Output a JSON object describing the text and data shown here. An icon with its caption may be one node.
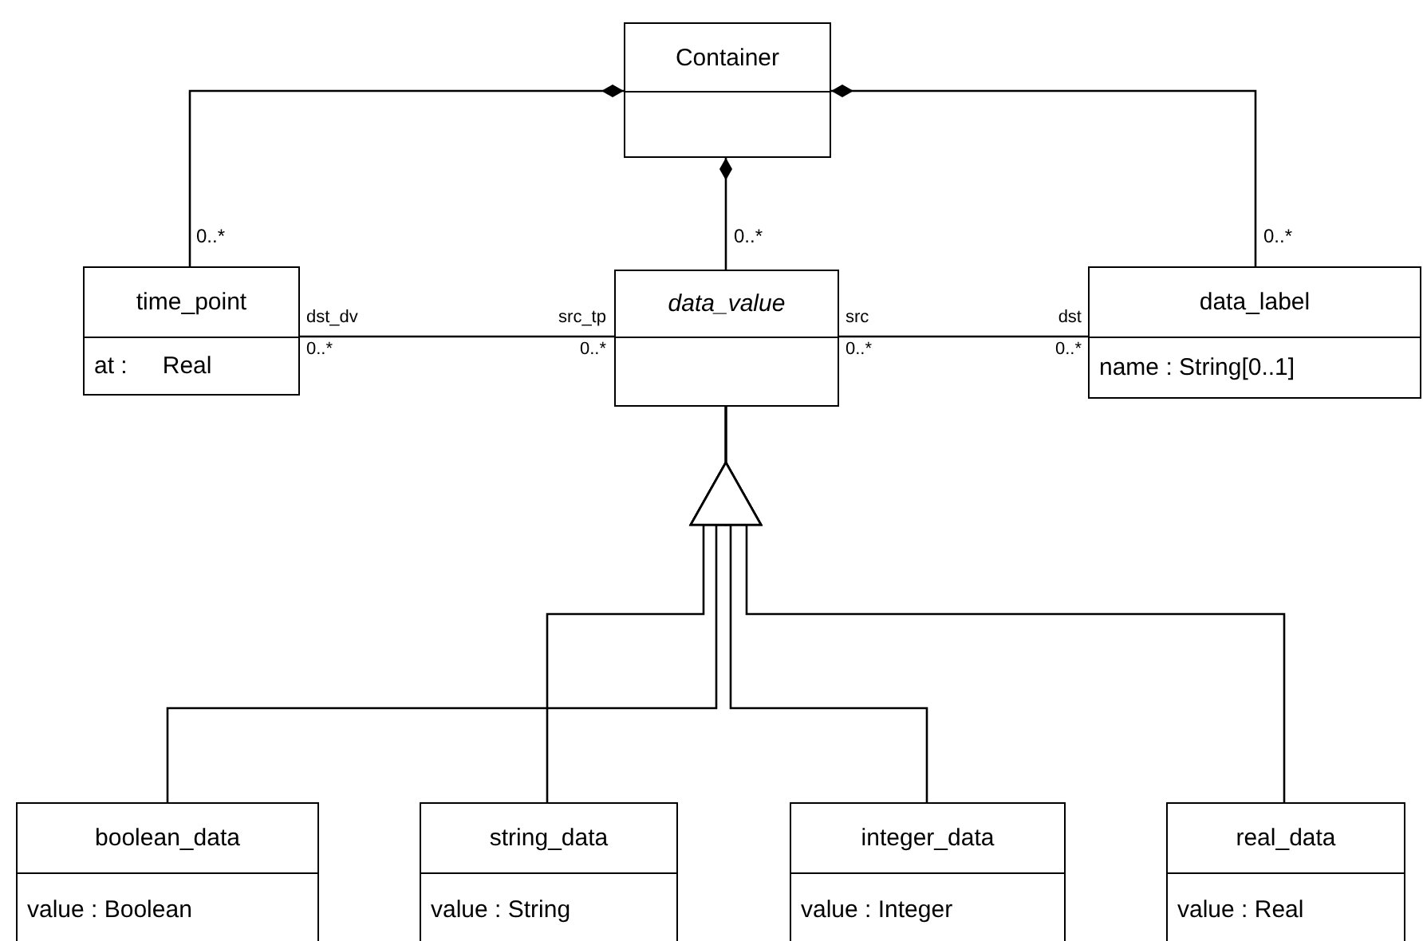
{
  "diagram": {
    "nodes": [
      {
        "text": [
          "Container"
        ]
      },
      {
        "text": [
          "time_point",
          "at :",
          "Real"
        ]
      },
      {
        "text": [
          "data_value"
        ]
      },
      {
        "text": [
          "data_label",
          "name : String[0..1]"
        ]
      },
      {
        "text": [
          "boolean_data",
          "value : Boolean"
        ]
      },
      {
        "text": [
          "string_data",
          "value : String"
        ]
      },
      {
        "text": [
          "integer_data",
          "value : Integer"
        ]
      },
      {
        "text": [
          "real_data",
          "value : Real"
        ]
      }
    ],
    "edges": [
      {
        "from": 1,
        "to": 0,
        "arrow": "other"
      },
      {
        "from": 2,
        "to": 0,
        "arrow": "other"
      },
      {
        "from": 3,
        "to": 0,
        "arrow": "other"
      },
      {
        "from": 1,
        "to": 2,
        "arrow": "none"
      },
      {
        "from": 2,
        "to": 3,
        "arrow": "none"
      },
      {
        "from": 4,
        "to": 2,
        "arrow": "to"
      },
      {
        "from": 5,
        "to": 2,
        "arrow": "to"
      },
      {
        "from": 6,
        "to": 2,
        "arrow": "to"
      },
      {
        "from": 7,
        "to": 2,
        "arrow": "to"
      }
    ],
    "labels": [
      "0..*",
      "0..*",
      "0..*",
      "dst_dv",
      "src_tp",
      "src",
      "dst",
      "0..*",
      "0..*",
      "0..*",
      "0..*"
    ]
  }
}
